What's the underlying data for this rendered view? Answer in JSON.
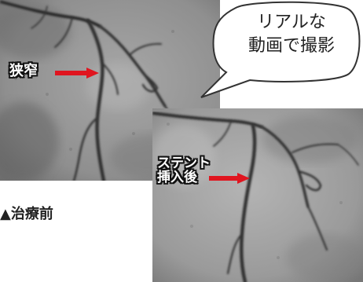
{
  "labels": {
    "narrowing": "狭窄",
    "stent_line1": "ステント",
    "stent_line2": "挿入後",
    "caption_before": "▲治療前"
  },
  "bubble": {
    "line1": "リアルな",
    "line2": "動画で撮影"
  },
  "colors": {
    "arrow": "#e0151f",
    "bubble_stroke": "#333333",
    "bubble_fill": "#ffffff",
    "text_dark": "#222222"
  },
  "icons": {
    "arrow": "right-arrow-icon",
    "caption_marker": "triangle-up-icon"
  }
}
